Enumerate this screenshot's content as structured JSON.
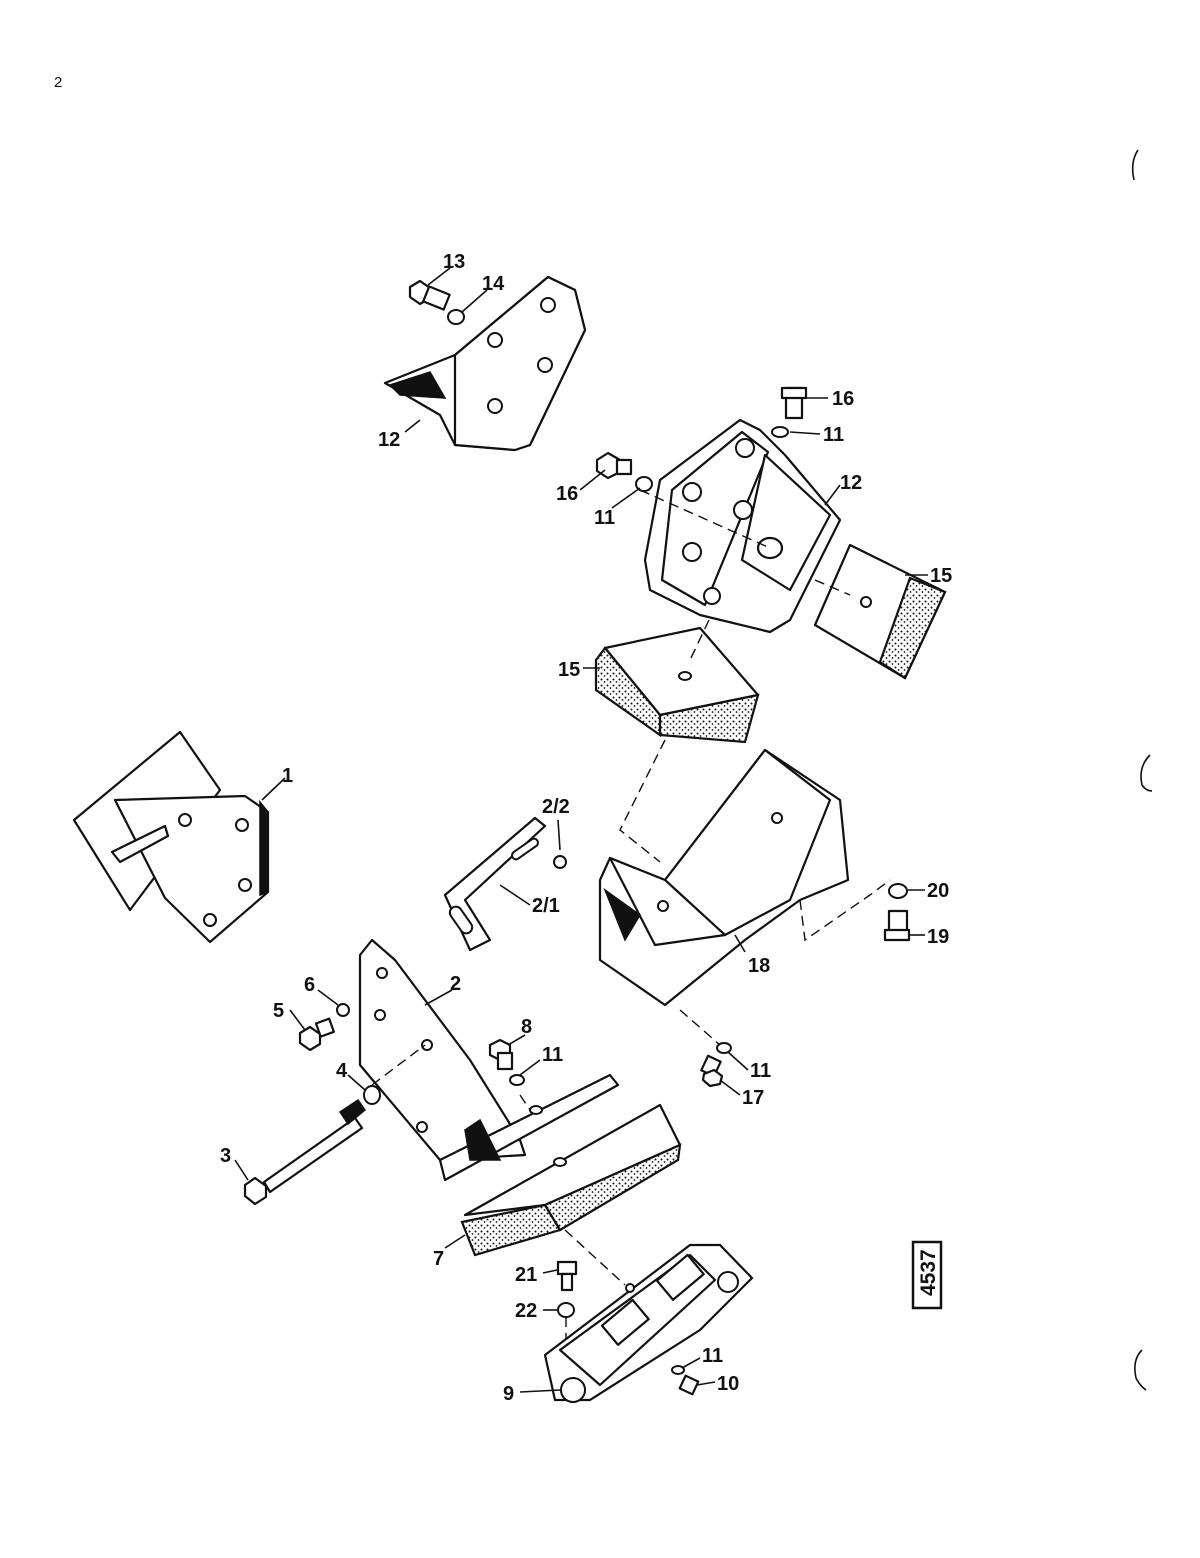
{
  "page_number": "2",
  "drawing_number": "4537",
  "callouts": {
    "c1": "1",
    "c2": "2",
    "c2_1": "2/1",
    "c2_2": "2/2",
    "c3": "3",
    "c4": "4",
    "c5": "5",
    "c6": "6",
    "c7": "7",
    "c8": "8",
    "c9": "9",
    "c10": "10",
    "c11a": "11",
    "c11b": "11",
    "c11c": "11",
    "c11d": "11",
    "c11e": "11",
    "c12a": "12",
    "c12b": "12",
    "c13": "13",
    "c14": "14",
    "c15a": "15",
    "c15b": "15",
    "c16a": "16",
    "c16b": "16",
    "c17": "17",
    "c18": "18",
    "c19": "19",
    "c20": "20",
    "c21": "21",
    "c22": "22"
  }
}
